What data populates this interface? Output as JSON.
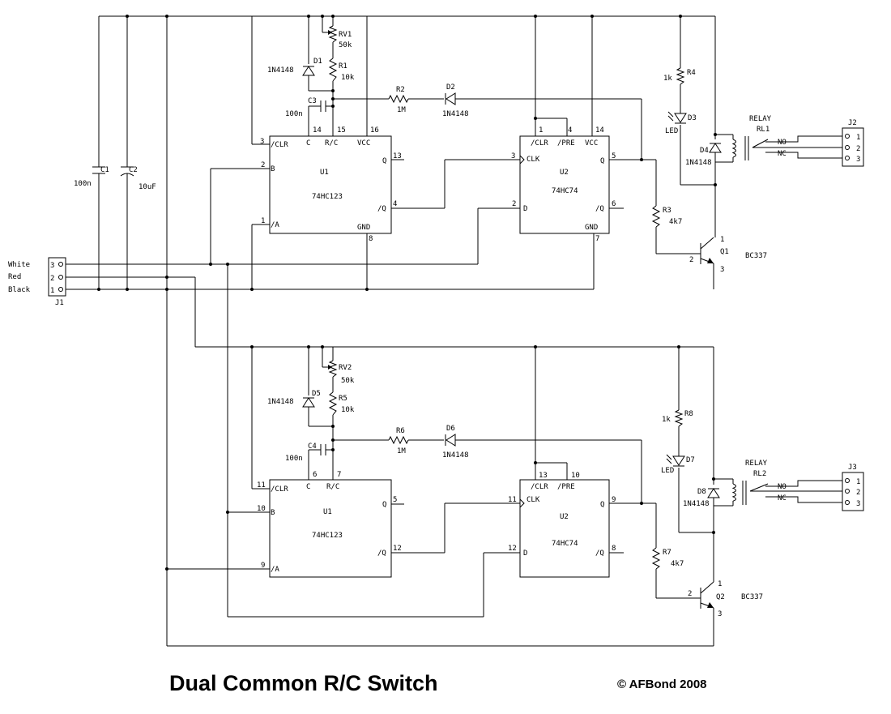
{
  "title": "Dual Common R/C Switch",
  "copyright": "© AFBond 2008",
  "input_connector": {
    "ref": "J1",
    "pins": [
      {
        "num": "3",
        "wire": "White"
      },
      {
        "num": "2",
        "wire": "Red"
      },
      {
        "num": "1",
        "wire": "Black"
      }
    ]
  },
  "capacitors": {
    "c1": {
      "ref": "C1",
      "value": "100n"
    },
    "c2": {
      "ref": "C2",
      "value": "10uF"
    },
    "c3": {
      "ref": "C3",
      "value": "100n"
    },
    "c4": {
      "ref": "C4",
      "value": "100n"
    }
  },
  "potentiometers": {
    "rv1": {
      "ref": "RV1",
      "value": "50k"
    },
    "rv2": {
      "ref": "RV2",
      "value": "50k"
    }
  },
  "resistors": {
    "r1": {
      "ref": "R1",
      "value": "10k"
    },
    "r2": {
      "ref": "R2",
      "value": "1M"
    },
    "r3": {
      "ref": "R3",
      "value": "4k7"
    },
    "r4": {
      "ref": "R4",
      "value": "1k"
    },
    "r5": {
      "ref": "R5",
      "value": "10k"
    },
    "r6": {
      "ref": "R6",
      "value": "1M"
    },
    "r7": {
      "ref": "R7",
      "value": "4k7"
    },
    "r8": {
      "ref": "R8",
      "value": "1k"
    }
  },
  "diodes": {
    "d1": {
      "ref": "D1",
      "value": "1N4148"
    },
    "d2": {
      "ref": "D2",
      "value": "1N4148"
    },
    "d3": {
      "ref": "D3",
      "value": "LED"
    },
    "d4": {
      "ref": "D4",
      "value": "1N4148"
    },
    "d5": {
      "ref": "D5",
      "value": "1N4148"
    },
    "d6": {
      "ref": "D6",
      "value": "1N4148"
    },
    "d7": {
      "ref": "D7",
      "value": "LED"
    },
    "d8": {
      "ref": "D8",
      "value": "1N4148"
    }
  },
  "transistors": {
    "q1": {
      "ref": "Q1",
      "value": "BC337",
      "pin1": "1",
      "pin2": "2",
      "pin3": "3"
    },
    "q2": {
      "ref": "Q2",
      "value": "BC337",
      "pin1": "1",
      "pin2": "2",
      "pin3": "3"
    }
  },
  "relays": {
    "rl1": {
      "label": "RELAY",
      "ref": "RL1",
      "no": "NO",
      "nc": "NC"
    },
    "rl2": {
      "label": "RELAY",
      "ref": "RL2",
      "no": "NO",
      "nc": "NC"
    }
  },
  "output_connectors": {
    "j2": {
      "ref": "J2",
      "pins": [
        "1",
        "2",
        "3"
      ]
    },
    "j3": {
      "ref": "J3",
      "pins": [
        "1",
        "2",
        "3"
      ]
    }
  },
  "u1_top": {
    "ref": "U1",
    "part": "74HC123",
    "pin_clr": "/CLR",
    "pin_clr_num": "3",
    "pin_b": "B",
    "pin_b_num": "2",
    "pin_a": "/A",
    "pin_a_num": "1",
    "pin_c": "C",
    "pin_c_num": "14",
    "pin_rc": "R/C",
    "pin_rc_num": "15",
    "pin_vcc": "VCC",
    "pin_vcc_num": "16",
    "pin_q": "Q",
    "pin_q_num": "13",
    "pin_nq": "/Q",
    "pin_nq_num": "4",
    "pin_gnd": "GND",
    "pin_gnd_num": "8"
  },
  "u2_top": {
    "ref": "U2",
    "part": "74HC74",
    "pin_clr": "/CLR",
    "pin_clr_num": "1",
    "pin_pre": "/PRE",
    "pin_pre_num": "4",
    "pin_vcc": "VCC",
    "pin_vcc_num": "14",
    "pin_clk": "CLK",
    "pin_clk_num": "3",
    "pin_d": "D",
    "pin_d_num": "2",
    "pin_q": "Q",
    "pin_q_num": "5",
    "pin_nq": "/Q",
    "pin_nq_num": "6",
    "pin_gnd": "GND",
    "pin_gnd_num": "7"
  },
  "u1_bottom": {
    "ref": "U1",
    "part": "74HC123",
    "pin_clr": "/CLR",
    "pin_clr_num": "11",
    "pin_b": "B",
    "pin_b_num": "10",
    "pin_a": "/A",
    "pin_a_num": "9",
    "pin_c": "C",
    "pin_c_num": "6",
    "pin_rc": "R/C",
    "pin_rc_num": "7",
    "pin_q": "Q",
    "pin_q_num": "5",
    "pin_nq": "/Q",
    "pin_nq_num": "12"
  },
  "u2_bottom": {
    "ref": "U2",
    "part": "74HC74",
    "pin_clr": "/CLR",
    "pin_clr_num": "13",
    "pin_pre": "/PRE",
    "pin_pre_num": "10",
    "pin_clk": "CLK",
    "pin_clk_num": "11",
    "pin_d": "D",
    "pin_d_num": "12",
    "pin_q": "Q",
    "pin_q_num": "9",
    "pin_nq": "/Q",
    "pin_nq_num": "8"
  }
}
